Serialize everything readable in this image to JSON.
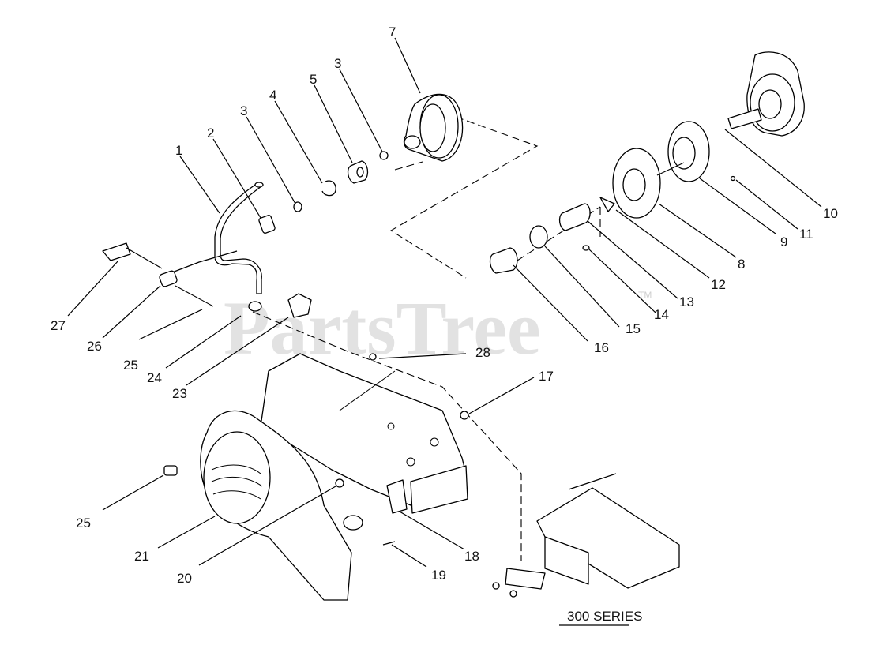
{
  "watermark": {
    "text": "PartsTree",
    "trademark": "TM"
  },
  "series_caption": "300 SERIES",
  "callouts": [
    {
      "id": "c1",
      "label": "1"
    },
    {
      "id": "c2",
      "label": "2"
    },
    {
      "id": "c3a",
      "label": "3"
    },
    {
      "id": "c4",
      "label": "4"
    },
    {
      "id": "c5",
      "label": "5"
    },
    {
      "id": "c3b",
      "label": "3"
    },
    {
      "id": "c7",
      "label": "7"
    },
    {
      "id": "c10",
      "label": "10"
    },
    {
      "id": "c9",
      "label": "9"
    },
    {
      "id": "c11",
      "label": "11"
    },
    {
      "id": "c8",
      "label": "8"
    },
    {
      "id": "c12",
      "label": "12"
    },
    {
      "id": "c13",
      "label": "13"
    },
    {
      "id": "c14",
      "label": "14"
    },
    {
      "id": "c15",
      "label": "15"
    },
    {
      "id": "c16",
      "label": "16"
    },
    {
      "id": "c27",
      "label": "27"
    },
    {
      "id": "c26",
      "label": "26"
    },
    {
      "id": "c25a",
      "label": "25"
    },
    {
      "id": "c24",
      "label": "24"
    },
    {
      "id": "c23",
      "label": "23"
    },
    {
      "id": "c28",
      "label": "28"
    },
    {
      "id": "c17",
      "label": "17"
    },
    {
      "id": "c25b",
      "label": "25"
    },
    {
      "id": "c21",
      "label": "21"
    },
    {
      "id": "c20",
      "label": "20"
    },
    {
      "id": "c18",
      "label": "18"
    },
    {
      "id": "c19",
      "label": "19"
    }
  ]
}
